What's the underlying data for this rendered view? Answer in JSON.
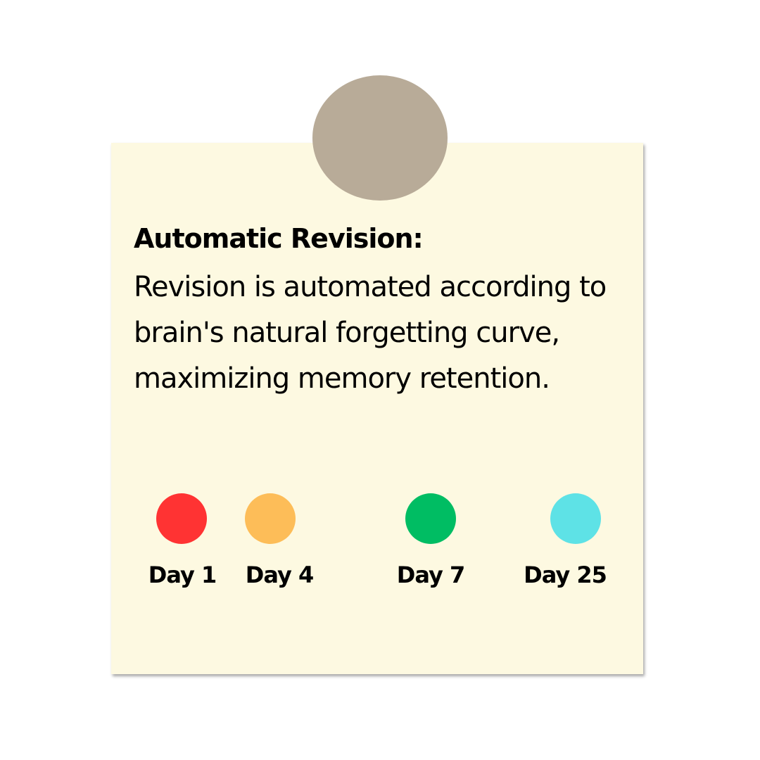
{
  "colors": {
    "background": "#ffffff",
    "note": "#fdf9e1",
    "pin": "#b8ab98",
    "text": "#000000"
  },
  "note": {
    "title": "Automatic Revision:",
    "body": "Revision is automated according to brain's natural forgetting curve, maximizing memory retention."
  },
  "timeline": {
    "line_colors": [
      "#5dd6e6",
      "#1b5fa6"
    ],
    "points": [
      {
        "label": "Day 1",
        "color": "#ff3333"
      },
      {
        "label": "Day 4",
        "color": "#fdbd58"
      },
      {
        "label": "Day 7",
        "color": "#00bd63"
      },
      {
        "label": "Day 25",
        "color": "#5ee2e6"
      }
    ]
  }
}
